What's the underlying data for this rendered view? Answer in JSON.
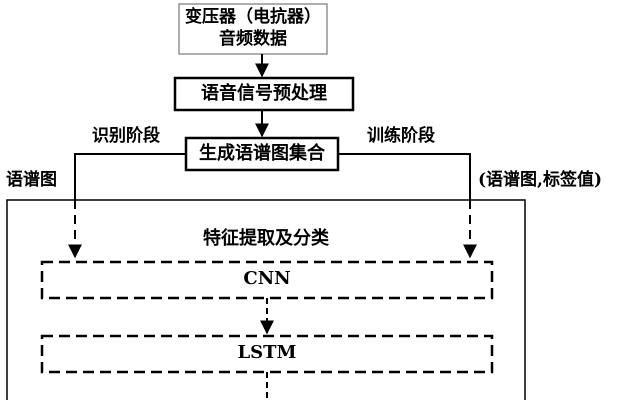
{
  "source_box": {
    "line1": "变压器（电抗器）",
    "line2": "音频数据"
  },
  "preprocess": "语音信号预处理",
  "generate": "生成语谱图集合",
  "phase_identify": "识别阶段",
  "phase_train": "训练阶段",
  "input_identify": "语谱图",
  "input_train": "(语谱图,标签值)",
  "module_title": "特征提取及分类",
  "cnn": "CNN",
  "lstm": "LSTM"
}
